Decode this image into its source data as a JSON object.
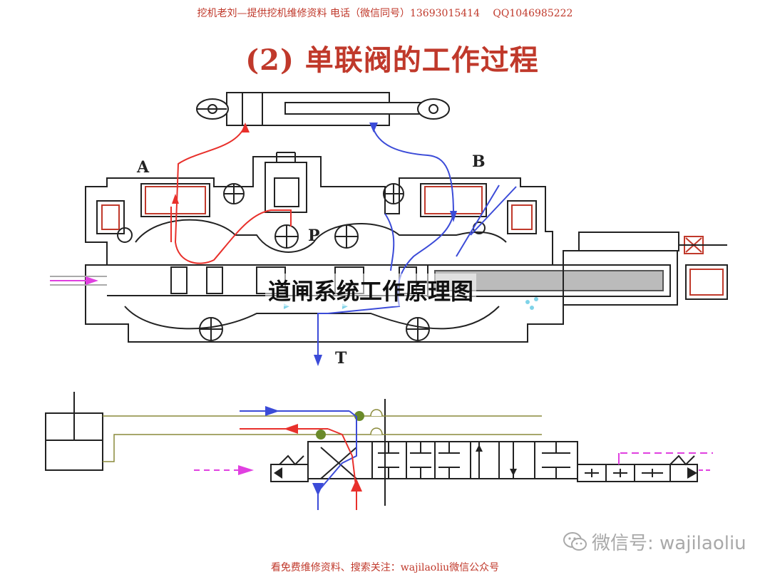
{
  "header": {
    "top_note": "挖机老刘—提供挖机维修资料 电话（微信同号）13693015414　 QQ1046985222",
    "title": "(2)  单联阀的工作过程"
  },
  "overlay": {
    "caption": "道闸系统工作原理图"
  },
  "labels": {
    "port_a": "A",
    "port_b": "B",
    "port_p": "P",
    "port_t": "T"
  },
  "footer": {
    "bottom_note": "看免费维修资料、搜索关注：wajilaoliu微信公众号",
    "watermark": "微信号: wajilaoliu",
    "watermark_icon": "wechat-icon"
  },
  "colors": {
    "title_red": "#c0392b",
    "flow_red": "#e8302b",
    "flow_blue": "#3b4bd8",
    "pilot_magenta": "#e040e0",
    "line_olive": "#8a8a3a",
    "node_green": "#6a8a2a",
    "outline": "#222222"
  }
}
